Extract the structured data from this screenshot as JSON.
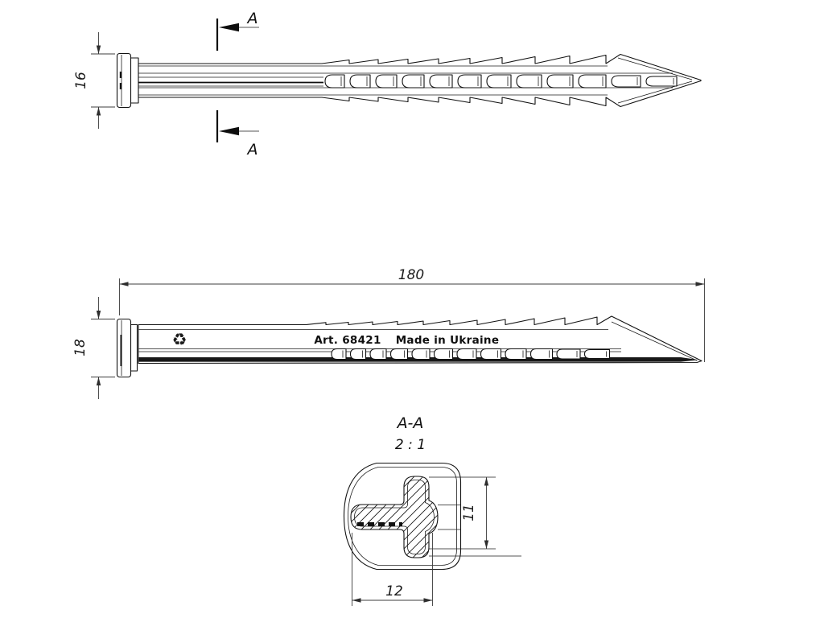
{
  "meta": {
    "colors": {
      "line": "#121212",
      "dim": "#3c3c3c",
      "background": "#ffffff"
    }
  },
  "top_view": {
    "section_letter": "A",
    "head_height": "16"
  },
  "side_view": {
    "length": "180",
    "head_height": "18",
    "marking_art": "Art. 68421",
    "marking_origin": "Made in Ukraine",
    "recycle_symbol": "♻"
  },
  "section_view": {
    "label": "A-A",
    "scale": "2 : 1",
    "rib_height": "11",
    "flange_width": "12"
  }
}
